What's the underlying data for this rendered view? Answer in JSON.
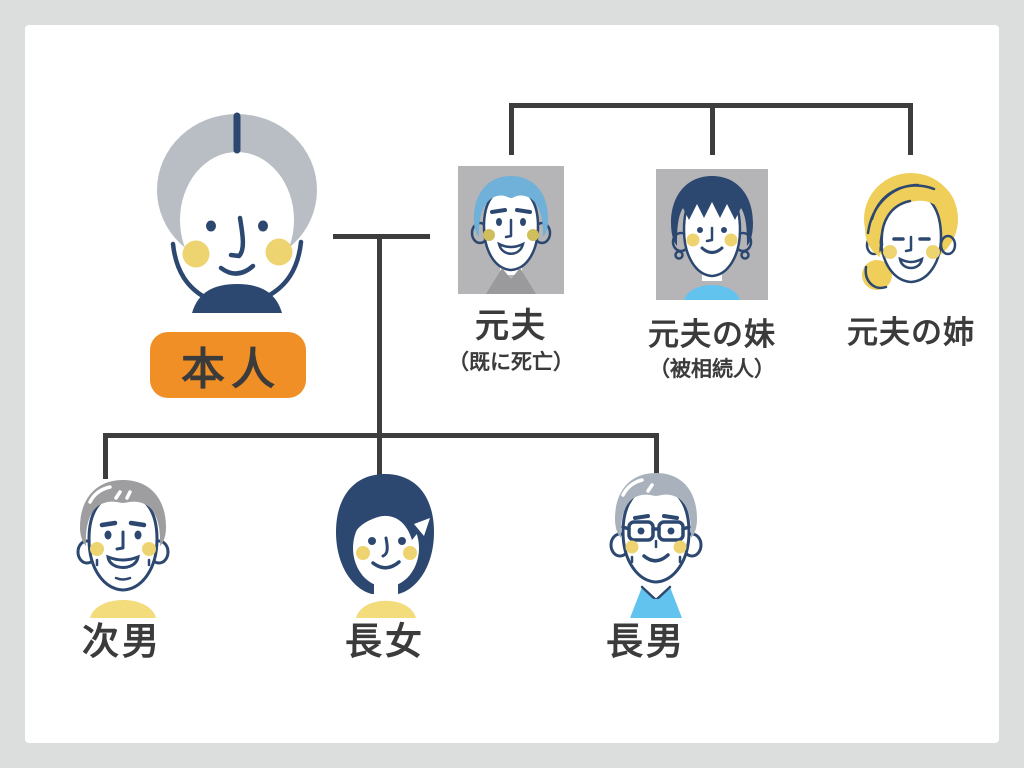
{
  "diagram": {
    "type": "family-tree",
    "people": {
      "self": {
        "label": "本人"
      },
      "ex_husband": {
        "label": "元夫",
        "note": "（既に死亡）"
      },
      "ex_husband_younger_sister": {
        "label": "元夫の妹",
        "note": "（被相続人）"
      },
      "ex_husband_older_sister": {
        "label": "元夫の姉"
      },
      "second_son": {
        "label": "次男"
      },
      "eldest_daughter": {
        "label": "長女"
      },
      "eldest_son": {
        "label": "長男"
      }
    }
  },
  "colors": {
    "page_bg": "#dcdddd",
    "card_bg": "#ffffff",
    "line": "#3d3d3d",
    "text": "#3b3b3b",
    "accent_orange": "#ef8f26",
    "photo_bg": "#b5b4b6",
    "navy": "#2d4870",
    "hair_gray_light": "#b9bdc4",
    "hair_gray": "#9e9ea0",
    "hair_silver": "#a9b2bc",
    "hair_blue": "#6fb1d8",
    "hair_blonde": "#efcf59",
    "cheek_yellow": "#eed470",
    "cheek_olive": "#d0bd5c",
    "collar_yellow": "#f3dc7c",
    "collar_blue": "#62c4ee",
    "collar_gray": "#9a999b"
  }
}
